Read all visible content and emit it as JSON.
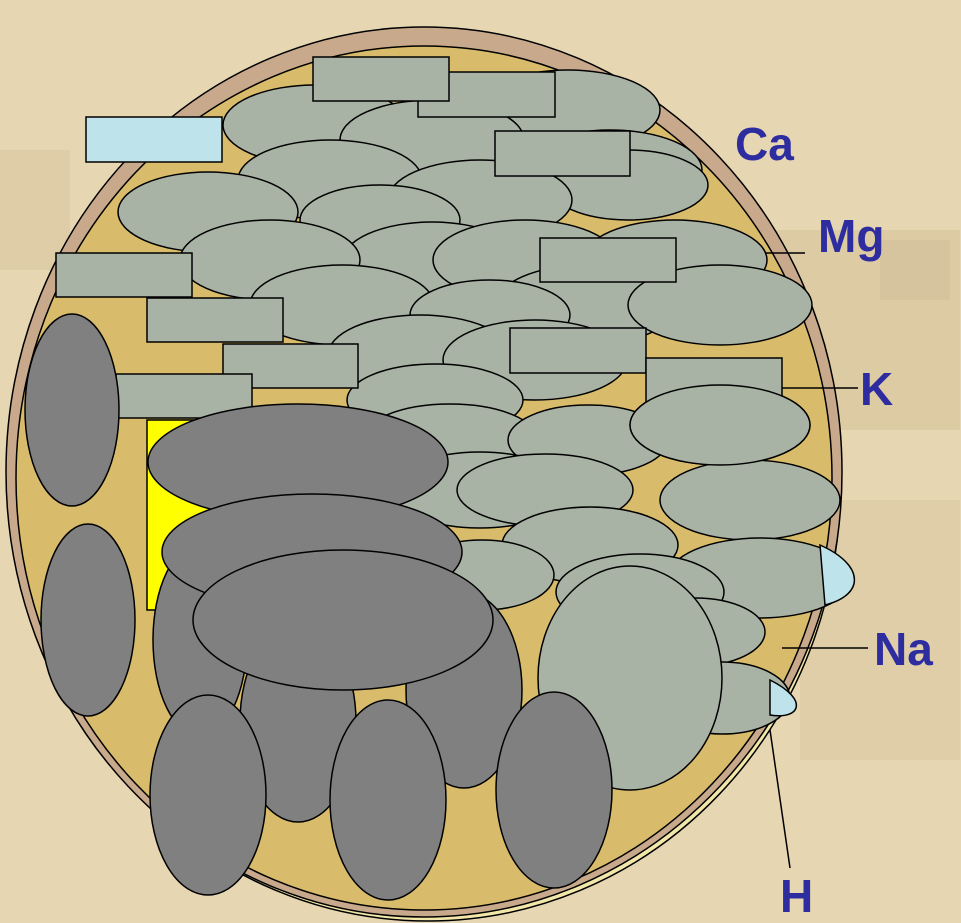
{
  "diagram": {
    "colors": {
      "background": "#e6d6b2",
      "soil_body": "#d9bc6b",
      "soil_rim": "#f2e7a8",
      "shell_outline": "#b08a6a",
      "light_grains": "#a9b3a5",
      "dark_grains": "#808080",
      "blue_block": "#bfe3ea",
      "yellow_block": "#ffff00",
      "label_color": "#2d2d9f"
    },
    "labels": {
      "ca": "Ca",
      "mg": "Mg",
      "k": "K",
      "na": "Na",
      "h": "H"
    }
  }
}
